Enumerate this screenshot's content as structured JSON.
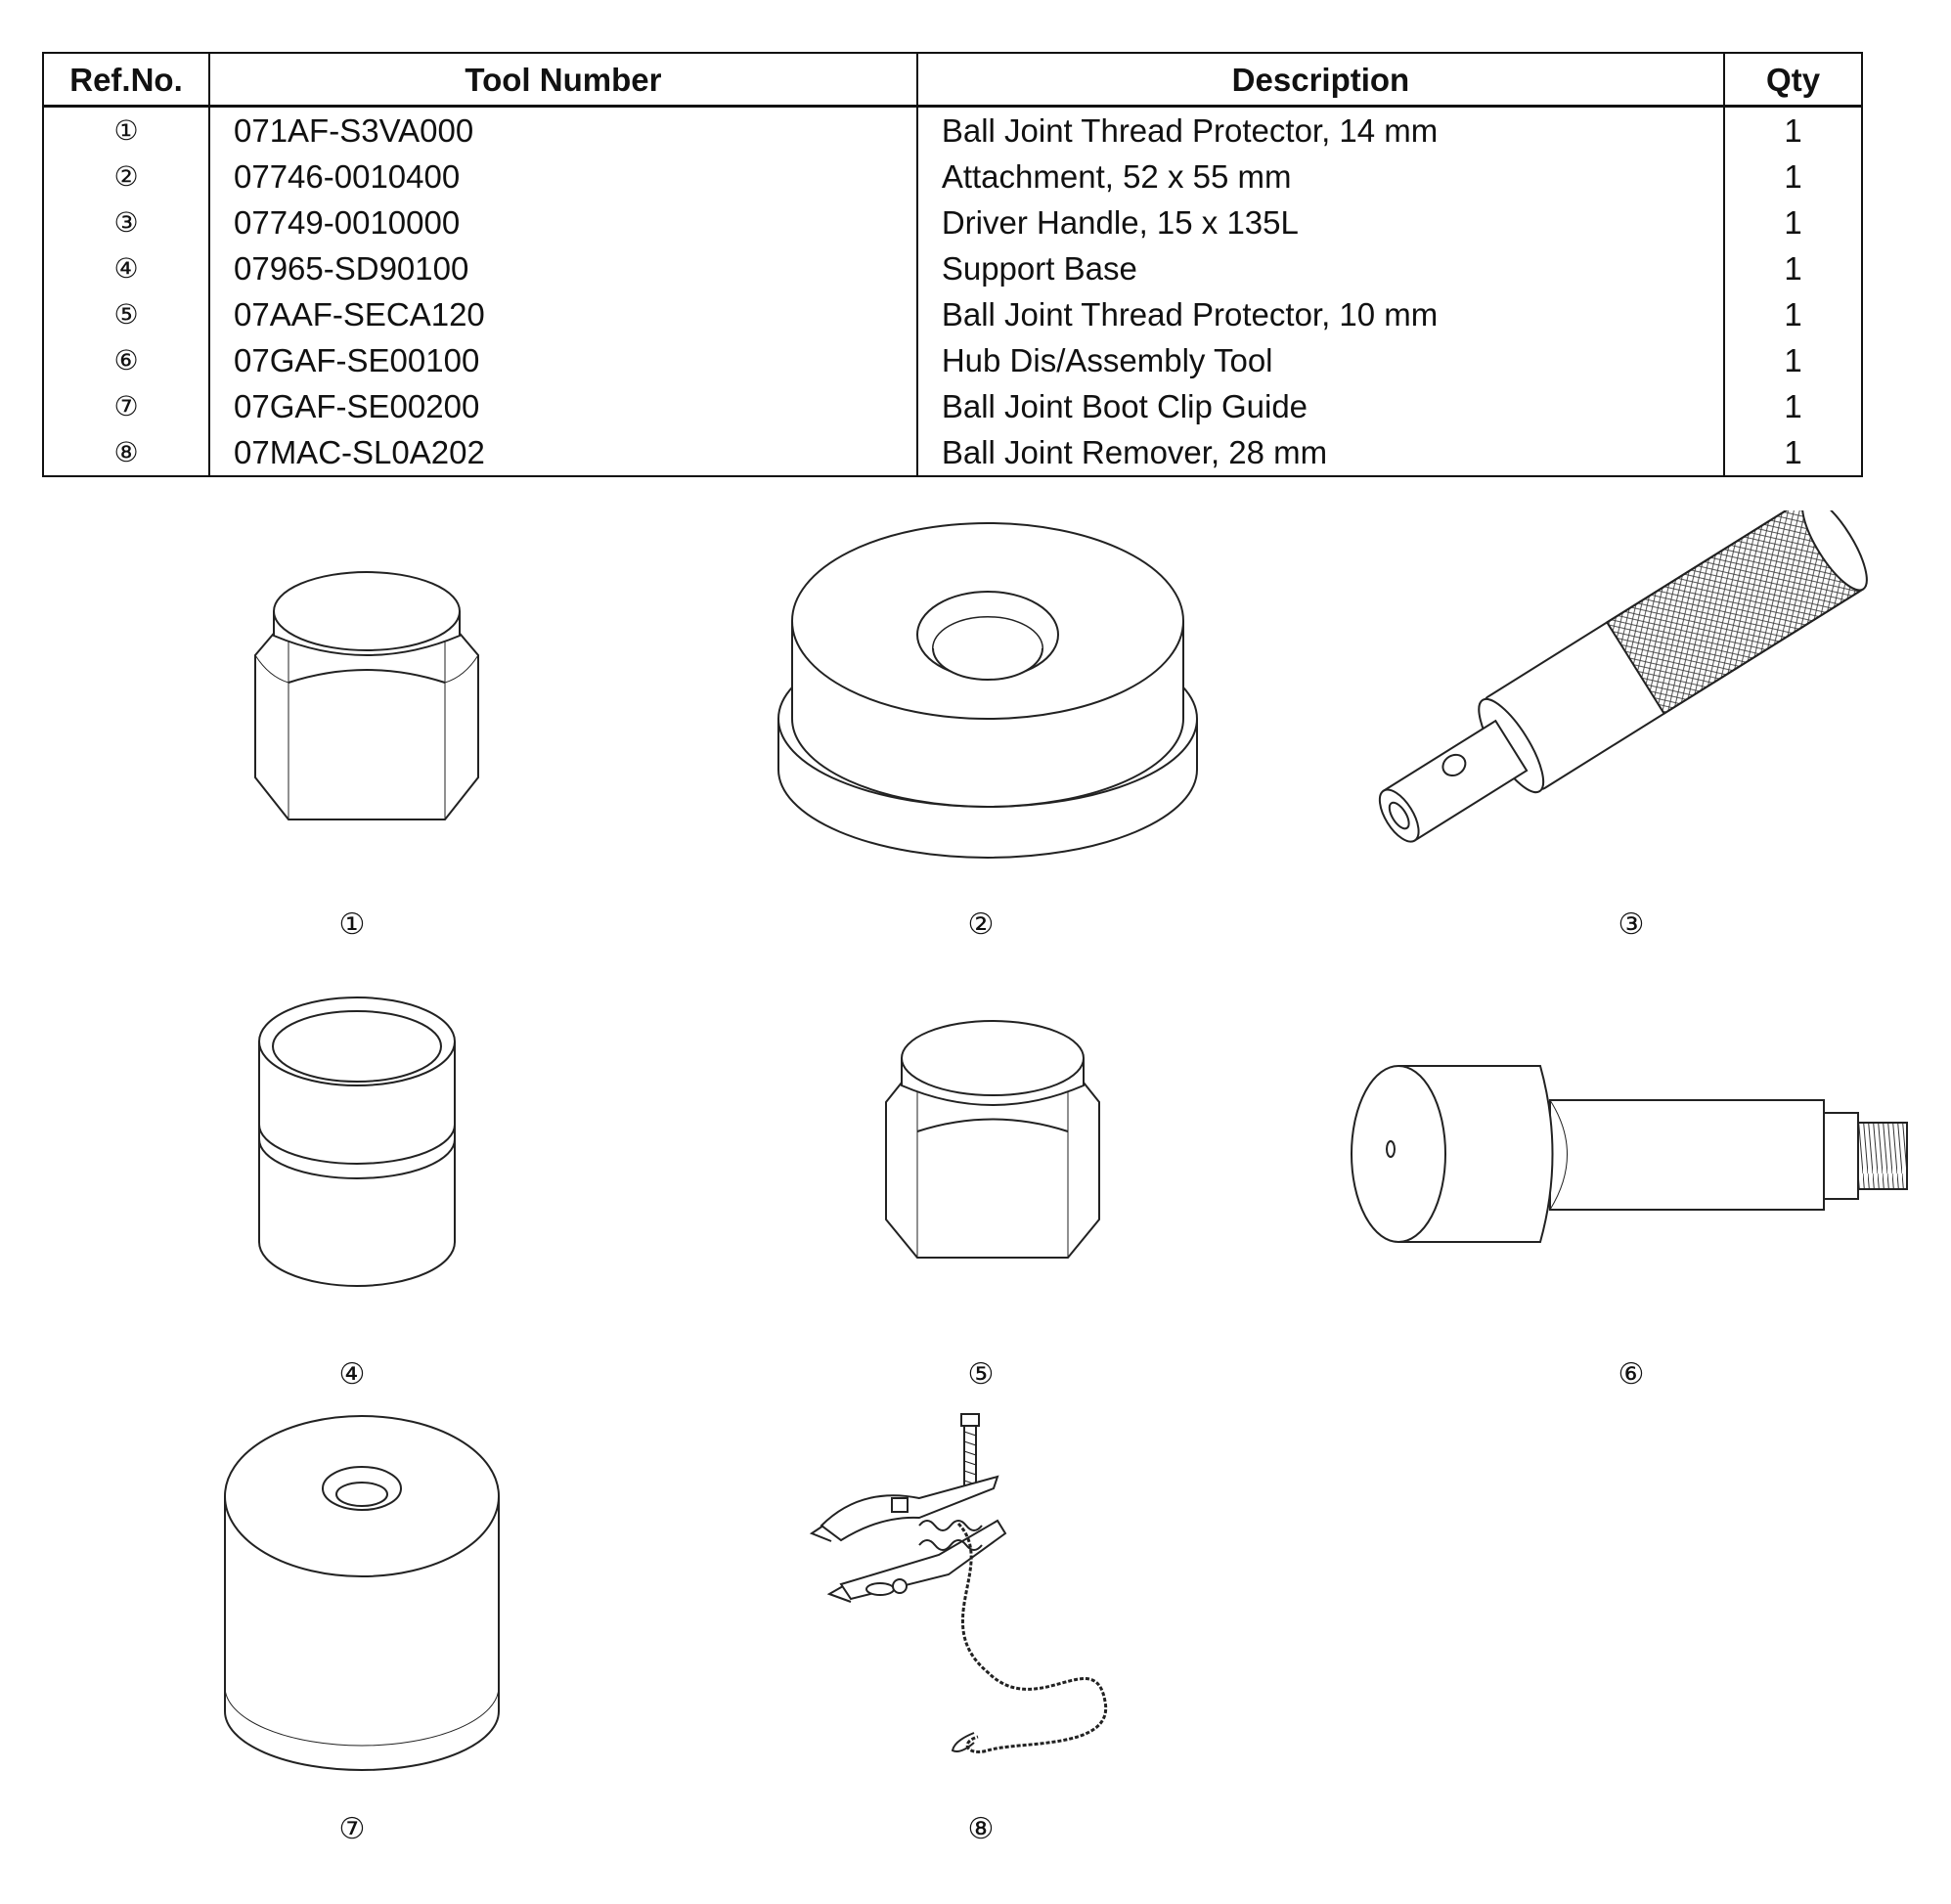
{
  "table": {
    "headers": {
      "ref": "Ref.No.",
      "tool_number": "Tool Number",
      "description": "Description",
      "qty": "Qty"
    },
    "rows": [
      {
        "ref": "①",
        "tool_number": "071AF-S3VA000",
        "description": "Ball Joint Thread Protector, 14 mm",
        "qty": "1"
      },
      {
        "ref": "②",
        "tool_number": "07746-0010400",
        "description": "Attachment, 52 x 55 mm",
        "qty": "1"
      },
      {
        "ref": "③",
        "tool_number": "07749-0010000",
        "description": "Driver Handle, 15 x 135L",
        "qty": "1"
      },
      {
        "ref": "④",
        "tool_number": "07965-SD90100",
        "description": "Support Base",
        "qty": "1"
      },
      {
        "ref": "⑤",
        "tool_number": "07AAF-SECA120",
        "description": "Ball Joint Thread Protector, 10 mm",
        "qty": "1"
      },
      {
        "ref": "⑥",
        "tool_number": "07GAF-SE00100",
        "description": "Hub Dis/Assembly Tool",
        "qty": "1"
      },
      {
        "ref": "⑦",
        "tool_number": "07GAF-SE00200",
        "description": "Ball Joint Boot Clip Guide",
        "qty": "1"
      },
      {
        "ref": "⑧",
        "tool_number": "07MAC-SL0A202",
        "description": "Ball Joint Remover, 28 mm",
        "qty": "1"
      }
    ]
  },
  "figures": [
    {
      "label": "①",
      "icon": "ball-joint-thread-protector-14mm-illustration"
    },
    {
      "label": "②",
      "icon": "attachment-illustration"
    },
    {
      "label": "③",
      "icon": "driver-handle-illustration"
    },
    {
      "label": "④",
      "icon": "support-base-illustration"
    },
    {
      "label": "⑤",
      "icon": "ball-joint-thread-protector-10mm-illustration"
    },
    {
      "label": "⑥",
      "icon": "hub-dis-assembly-tool-illustration"
    },
    {
      "label": "⑦",
      "icon": "ball-joint-boot-clip-guide-illustration"
    },
    {
      "label": "⑧",
      "icon": "ball-joint-remover-illustration"
    }
  ]
}
